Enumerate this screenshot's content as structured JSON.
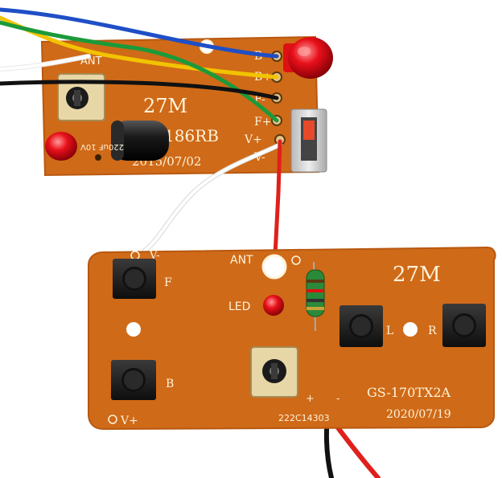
{
  "receiver_board": {
    "frequency": "27M",
    "chip_code": "186RB",
    "date_code": "2015/07/02",
    "pad_labels": [
      "B-",
      "B+",
      "F-",
      "F+",
      "V+",
      "V-"
    ],
    "ant_label": "ANT",
    "capacitor_text": "220uF 10V"
  },
  "transmitter_board": {
    "frequency": "27M",
    "model": "GS-170TX2A",
    "date_code": "2020/07/19",
    "batch_code": "222C14303",
    "ant_label": "ANT",
    "led_label": "LED",
    "button_labels": {
      "forward": "F",
      "backward": "B",
      "left": "L",
      "right": "R"
    },
    "power_label_top": "V-",
    "power_label_bottom": "V+",
    "terminal_labels": {
      "positive": "+",
      "negative": "-"
    }
  },
  "colors": {
    "pcb": "#cf6a18",
    "pcb_edge": "#b85810",
    "silkscreen": "#fff3da",
    "wire_blue": "#1f4fc6",
    "wire_yellow": "#f2c300",
    "wire_green": "#1b9a3a",
    "wire_black": "#111111",
    "wire_white": "#f4f4f4",
    "wire_red": "#e0201c",
    "led_red": "#e8101a",
    "capacitor": "#1a1a1a"
  }
}
